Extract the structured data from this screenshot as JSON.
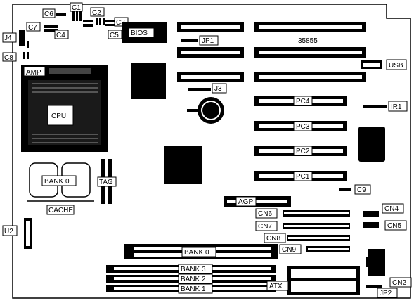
{
  "labels": {
    "c1": "C1",
    "c2": "C2",
    "c3": "C3",
    "c4": "C4",
    "c5": "C5",
    "c6": "C6",
    "c7": "C7",
    "c8": "C8",
    "c9": "C9",
    "j4": "J4",
    "j3": "J3",
    "jp1": "JP1",
    "jp2": "JP2",
    "bios": "BIOS",
    "amp": "AMP",
    "cpu": "CPU",
    "bank0_cache": "BANK 0",
    "tag": "TAG",
    "cache": "CACHE",
    "u2": "U2",
    "part_no": "35855",
    "usb": "USB",
    "ir1": "IR1",
    "pc4": "PC4",
    "pc3": "PC3",
    "pc2": "PC2",
    "pc1": "PC1",
    "agp": "AGP",
    "cn4": "CN4",
    "cn5": "CN5",
    "cn6": "CN6",
    "cn7": "CN7",
    "cn8": "CN8",
    "cn9": "CN9",
    "cn2": "CN2",
    "bank0": "BANK 0",
    "bank3": "BANK 3",
    "bank2": "BANK 2",
    "bank1": "BANK 1",
    "atx": "ATX"
  }
}
